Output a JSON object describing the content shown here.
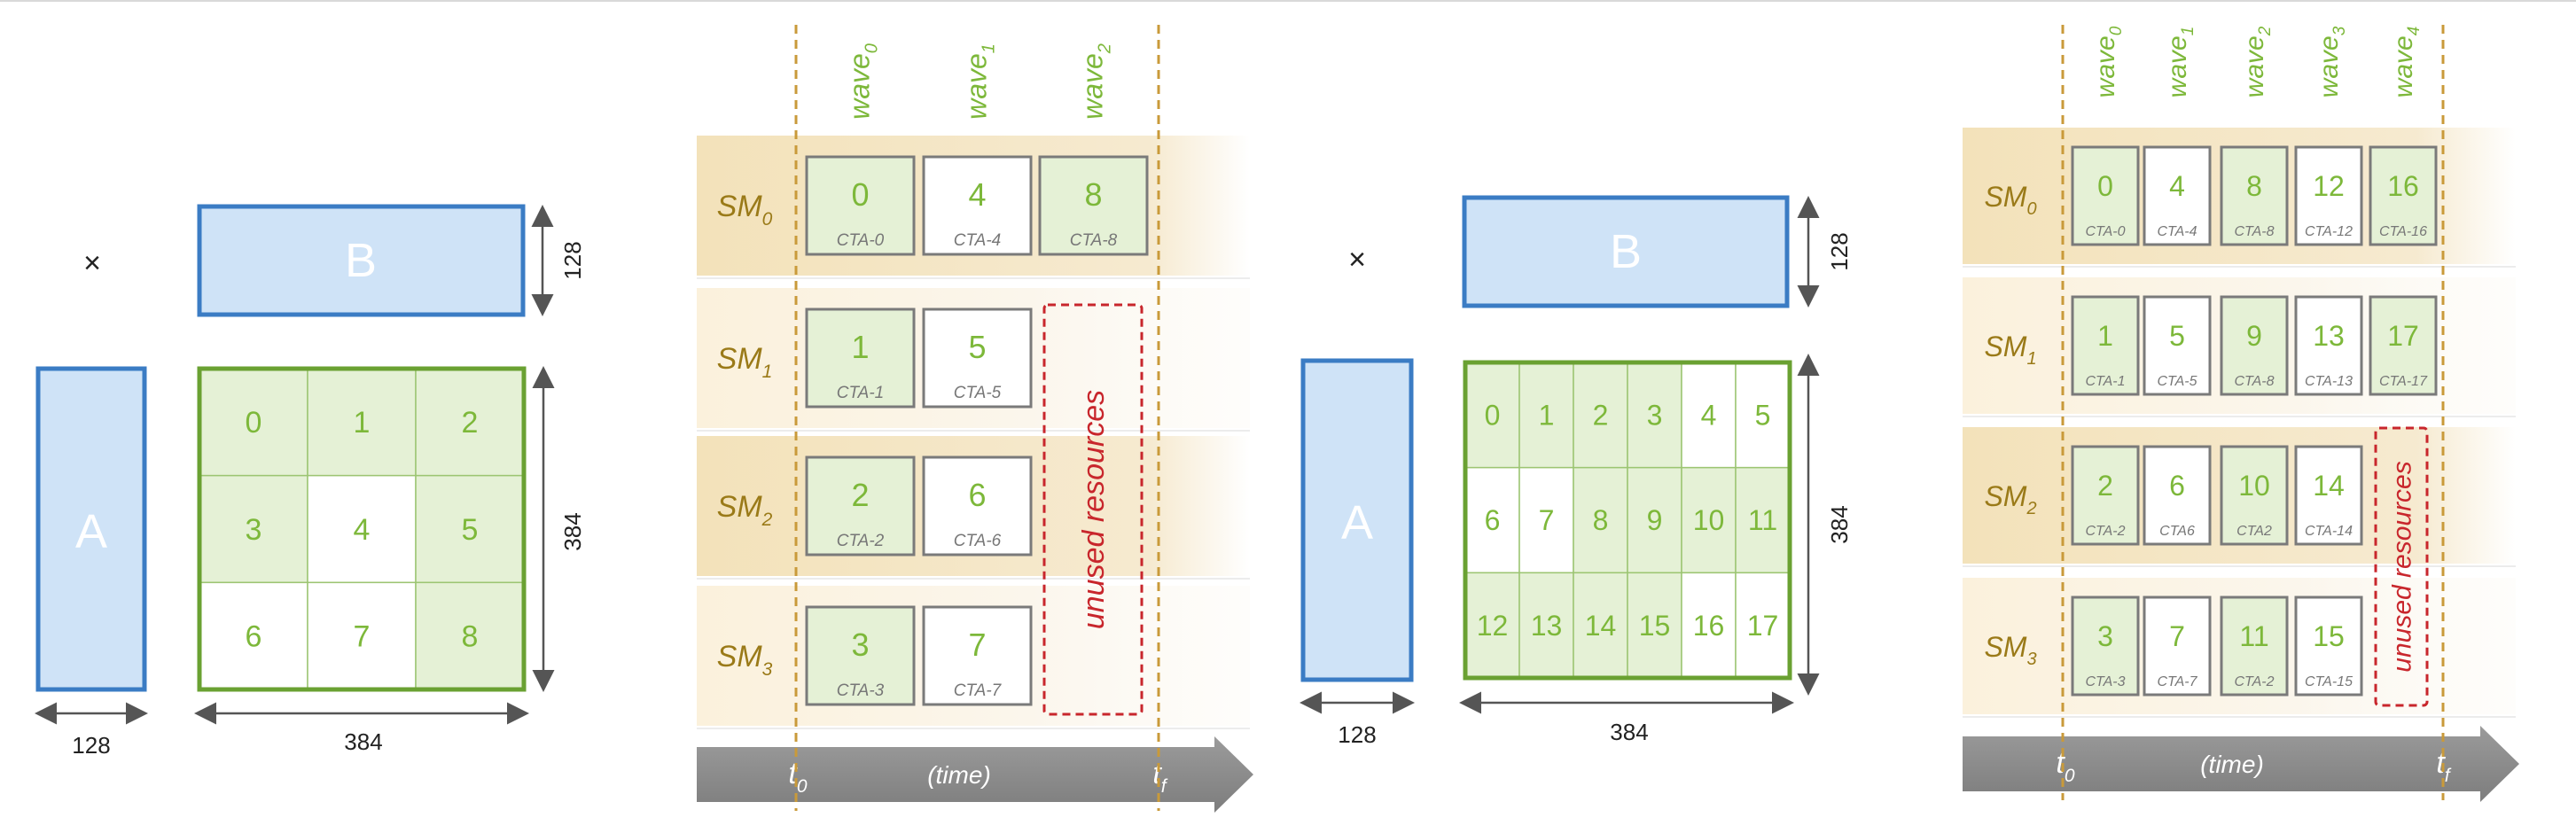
{
  "left": {
    "times_symbol": "×",
    "matrix_a_label": "A",
    "matrix_b_label": "B",
    "b_height_label": "128",
    "c_height_label": "384",
    "a_width_label": "128",
    "c_width_label": "384",
    "tiles": [
      "0",
      "1",
      "2",
      "3",
      "4",
      "5",
      "6",
      "7",
      "8"
    ],
    "tile_shaded": [
      true,
      true,
      true,
      true,
      false,
      true,
      false,
      false,
      true
    ],
    "waves": [
      {
        "base": "wave",
        "sub": "0"
      },
      {
        "base": "wave",
        "sub": "1"
      },
      {
        "base": "wave",
        "sub": "2"
      }
    ],
    "sms": [
      {
        "base": "SM",
        "sub": "0"
      },
      {
        "base": "SM",
        "sub": "1"
      },
      {
        "base": "SM",
        "sub": "2"
      },
      {
        "base": "SM",
        "sub": "3"
      }
    ],
    "ctas": [
      [
        {
          "num": "0",
          "cta": "CTA-0",
          "shaded": true
        },
        {
          "num": "4",
          "cta": "CTA-4",
          "shaded": false
        },
        {
          "num": "8",
          "cta": "CTA-8",
          "shaded": true
        }
      ],
      [
        {
          "num": "1",
          "cta": "CTA-1",
          "shaded": true
        },
        {
          "num": "5",
          "cta": "CTA-5",
          "shaded": false
        }
      ],
      [
        {
          "num": "2",
          "cta": "CTA-2",
          "shaded": true
        },
        {
          "num": "6",
          "cta": "CTA-6",
          "shaded": false
        }
      ],
      [
        {
          "num": "3",
          "cta": "CTA-3",
          "shaded": true
        },
        {
          "num": "7",
          "cta": "CTA-7",
          "shaded": false
        }
      ]
    ],
    "unused_label": "unused resources",
    "time_label": "(time)",
    "t_start": {
      "base": "t",
      "sub": "0"
    },
    "t_end": {
      "base": "t",
      "sub": "f"
    }
  },
  "right": {
    "times_symbol": "×",
    "matrix_a_label": "A",
    "matrix_b_label": "B",
    "b_height_label": "128",
    "c_height_label": "384",
    "a_width_label": "128",
    "c_width_label": "384",
    "tiles": [
      "0",
      "1",
      "2",
      "3",
      "4",
      "5",
      "6",
      "7",
      "8",
      "9",
      "10",
      "11",
      "12",
      "13",
      "14",
      "15",
      "16",
      "17"
    ],
    "tile_shaded": [
      true,
      true,
      true,
      true,
      false,
      false,
      false,
      false,
      true,
      true,
      true,
      true,
      true,
      true,
      true,
      true,
      false,
      false
    ],
    "waves": [
      {
        "base": "wave",
        "sub": "0"
      },
      {
        "base": "wave",
        "sub": "1"
      },
      {
        "base": "wave",
        "sub": "2"
      },
      {
        "base": "wave",
        "sub": "3"
      },
      {
        "base": "wave",
        "sub": "4"
      }
    ],
    "sms": [
      {
        "base": "SM",
        "sub": "0"
      },
      {
        "base": "SM",
        "sub": "1"
      },
      {
        "base": "SM",
        "sub": "2"
      },
      {
        "base": "SM",
        "sub": "3"
      }
    ],
    "ctas": [
      [
        {
          "num": "0",
          "cta": "CTA-0",
          "shaded": true
        },
        {
          "num": "4",
          "cta": "CTA-4",
          "shaded": false
        },
        {
          "num": "8",
          "cta": "CTA-8",
          "shaded": true
        },
        {
          "num": "12",
          "cta": "CTA-12",
          "shaded": false
        },
        {
          "num": "16",
          "cta": "CTA-16",
          "shaded": true
        }
      ],
      [
        {
          "num": "1",
          "cta": "CTA-1",
          "shaded": true
        },
        {
          "num": "5",
          "cta": "CTA-5",
          "shaded": false
        },
        {
          "num": "9",
          "cta": "CTA-8",
          "shaded": true
        },
        {
          "num": "13",
          "cta": "CTA-13",
          "shaded": false
        },
        {
          "num": "17",
          "cta": "CTA-17",
          "shaded": true
        }
      ],
      [
        {
          "num": "2",
          "cta": "CTA-2",
          "shaded": true
        },
        {
          "num": "6",
          "cta": "CTA6",
          "shaded": false
        },
        {
          "num": "10",
          "cta": "CTA2",
          "shaded": true
        },
        {
          "num": "14",
          "cta": "CTA-14",
          "shaded": false
        }
      ],
      [
        {
          "num": "3",
          "cta": "CTA-3",
          "shaded": true
        },
        {
          "num": "7",
          "cta": "CTA-7",
          "shaded": false
        },
        {
          "num": "11",
          "cta": "CTA-2",
          "shaded": true
        },
        {
          "num": "15",
          "cta": "CTA-15",
          "shaded": false
        }
      ]
    ],
    "unused_label": "unused resources",
    "time_label": "(time)",
    "t_start": {
      "base": "t",
      "sub": "0"
    },
    "t_end": {
      "base": "t",
      "sub": "f"
    }
  },
  "colors": {
    "matrix_fill": "#cfe3f7",
    "matrix_stroke": "#3b7cc4",
    "tile_border": "#6aa132",
    "tile_shaded": "#e5f1d6",
    "text_green": "#7db83a",
    "sm_band": "#f3e2ba",
    "sm_band_light": "#fbf4e3",
    "sm_text": "#9a7a18",
    "timeline": "#8a8a8a",
    "unused": "#c8262c"
  }
}
